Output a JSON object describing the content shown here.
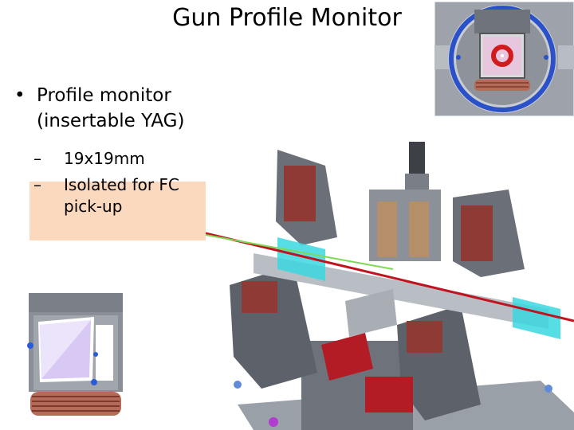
{
  "slide": {
    "title": "Gun Profile Monitor",
    "bullets": [
      {
        "text": "Profile monitor (insertable YAG)",
        "sub": [
          "19x19mm",
          "Isolated for FC pick-up"
        ]
      }
    ],
    "bullet_glyph": "•",
    "sub_glyph": "–"
  },
  "colors": {
    "highlight": "#fbd9bf",
    "magnet": "#8f3a34",
    "cyan_bellows": "#39d7df",
    "beam_red": "#c1121f",
    "beam_green": "#7ed957",
    "ring_blue": "#2a51c9",
    "steel": "#7b8088"
  }
}
